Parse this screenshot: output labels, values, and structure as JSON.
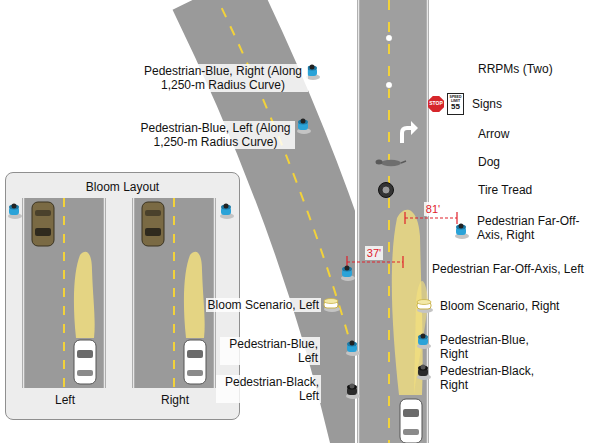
{
  "diagram": {
    "nodes": [
      {
        "text": [
          "Bloom Layout"
        ]
      },
      {
        "text": [
          "Left"
        ],
        "in": 0
      },
      {
        "text": [
          "Right"
        ],
        "in": 0
      },
      {
        "text": [
          "STOP"
        ]
      },
      {
        "text": [
          "SPEED LIMIT",
          "55"
        ]
      }
    ],
    "labels": [
      "Pedestrian-Blue, Right (Along 1,250-m Radius Curve)",
      "RRPMs (Two)",
      "Signs",
      "Pedestrian-Blue, Left (Along 1,250-m Radius Curve)",
      "Arrow",
      "Dog",
      "Tire Tread",
      "81'",
      "Pedestrian Far-Off-Axis, Right",
      "37'",
      "Pedestrian Far-Off-Axis, Left",
      "Bloom Scenario, Left",
      "Bloom Scenario, Right",
      "Pedestrian-Blue, Left",
      "Pedestrian-Blue, Right",
      "Pedestrian-Black, Left",
      "Pedestrian-Black, Right"
    ]
  }
}
